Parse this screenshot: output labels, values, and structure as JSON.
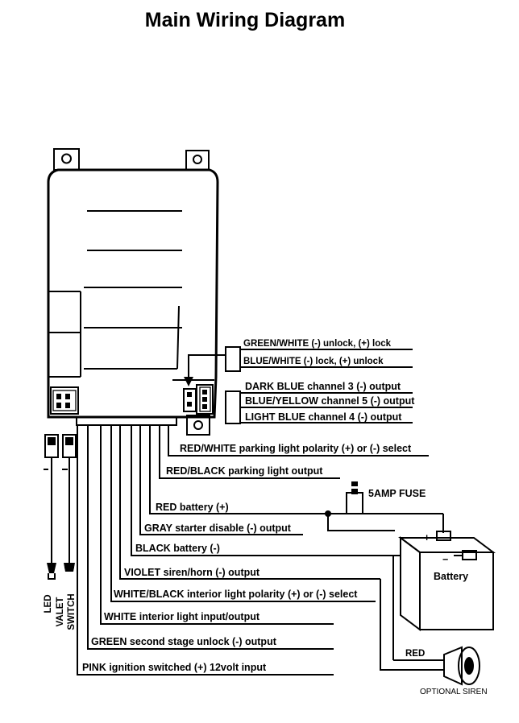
{
  "title": "Main Wiring Diagram",
  "connectors": {
    "door_lock": [
      "GREEN/WHITE (-) unlock, (+) lock",
      "BLUE/WHITE (-) lock, (+) unlock"
    ],
    "channels": [
      "DARK BLUE channel 3 (-) output",
      "BLUE/YELLOW channel 5 (-) output",
      "LIGHT BLUE channel 4 (-) output"
    ]
  },
  "wires": [
    "RED/WHITE parking light polarity (+) or (-) select",
    "RED/BLACK parking light output",
    "RED battery (+)",
    "GRAY starter disable (-) output",
    "BLACK battery (-)",
    "VIOLET siren/horn (-) output",
    "WHITE/BLACK interior light polarity (+) or (-) select",
    "WHITE interior light input/output",
    "GREEN second stage unlock (-) output",
    "PINK ignition switched (+) 12volt input"
  ],
  "fuse_label": "5AMP FUSE",
  "battery_label": "Battery",
  "plus_sign": "+",
  "minus_sign": "−",
  "siren_wire_label": "RED",
  "siren_label": "OPTIONAL SIREN",
  "led_label": "LED",
  "valet_label_1": "VALET",
  "valet_label_2": "SWITCH"
}
